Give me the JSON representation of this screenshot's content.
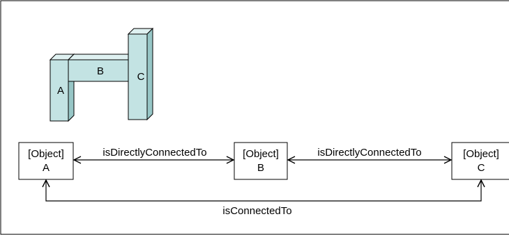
{
  "colors": {
    "block_front": "#c3e3e3",
    "block_side": "#97c6c6",
    "block_top": "#dff1f1",
    "stroke": "#000000",
    "background": "#ffffff"
  },
  "blocks": {
    "a": {
      "label": "A"
    },
    "b": {
      "label": "B"
    },
    "c": {
      "label": "C"
    }
  },
  "objects": [
    {
      "id": "obj-a",
      "type_label": "[Object]",
      "name": "A"
    },
    {
      "id": "obj-b",
      "type_label": "[Object]",
      "name": "B"
    },
    {
      "id": "obj-c",
      "type_label": "[Object]",
      "name": "C"
    }
  ],
  "relations": [
    {
      "id": "rel-ab",
      "label": "isDirectlyConnectedTo",
      "from": "A",
      "to": "B",
      "bidirectional": true
    },
    {
      "id": "rel-bc",
      "label": "isDirectlyConnectedTo",
      "from": "B",
      "to": "C",
      "bidirectional": true
    },
    {
      "id": "rel-ac",
      "label": "isConnectedTo",
      "from": "A",
      "to": "C",
      "bidirectional": true
    }
  ]
}
